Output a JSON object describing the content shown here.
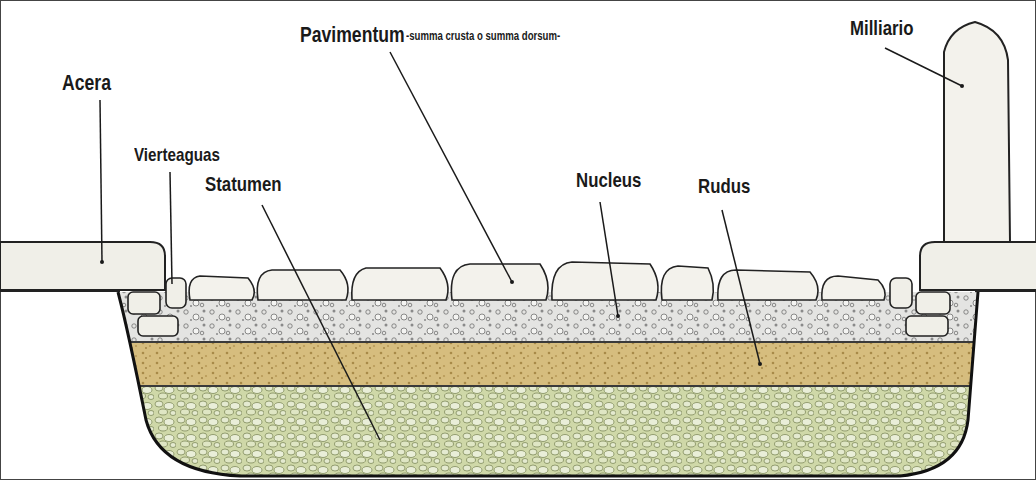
{
  "diagram": {
    "labels": [
      "Acera",
      "Vierteaguas",
      "Pavimentum",
      "-summa crusta o summa dorsum-",
      "Statumen",
      "Nucleus",
      "Rudus",
      "Milliario"
    ]
  }
}
